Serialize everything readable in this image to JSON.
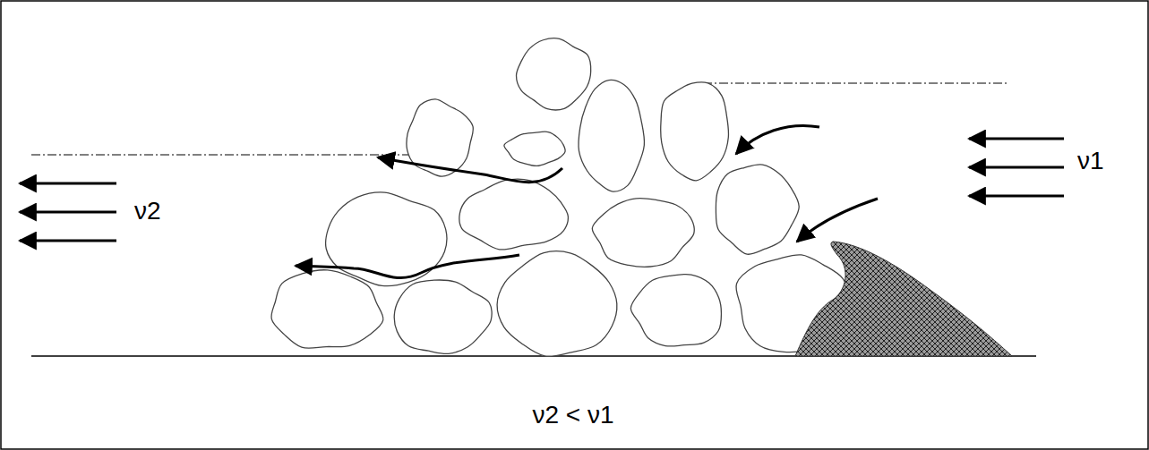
{
  "diagram": {
    "labels": [
      "ν1",
      "ν2",
      "ν2 < ν1"
    ]
  }
}
